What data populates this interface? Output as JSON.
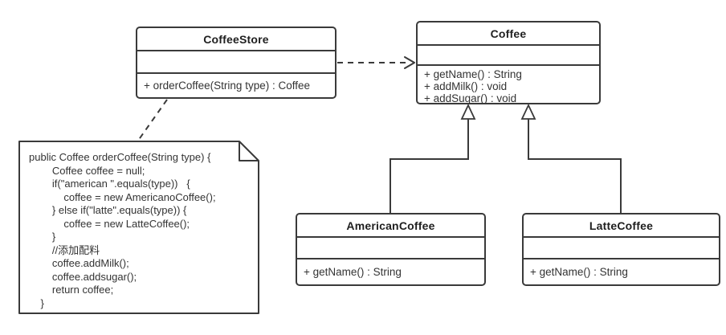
{
  "classes": {
    "coffee_store": {
      "name": "CoffeeStore",
      "attributes": [],
      "methods": [
        "+ orderCoffee(String type) : Coffee"
      ]
    },
    "coffee": {
      "name": "Coffee",
      "attributes": [],
      "methods": [
        "+ getName() : String",
        "+ addMilk() : void",
        "+ addSugar() : void"
      ]
    },
    "american_coffee": {
      "name": "AmericanCoffee",
      "attributes": [],
      "methods": [
        "+ getName() : String"
      ]
    },
    "latte_coffee": {
      "name": "LatteCoffee",
      "attributes": [],
      "methods": [
        "+ getName() : String"
      ]
    }
  },
  "note": {
    "lines": [
      "public Coffee orderCoffee(String type) {",
      "        Coffee coffee = null;",
      "        if(\"american \".equals(type))   {",
      "            coffee = new AmericanoCoffee();",
      "        } else if(\"latte\".equals(type)) {",
      "            coffee = new LatteCoffee();",
      "        }",
      "        //添加配料",
      "        coffee.addMilk();",
      "        coffee.addsugar();",
      "        return coffee;",
      "    }"
    ]
  },
  "relationships": [
    {
      "type": "dependency",
      "from": "CoffeeStore",
      "to": "Coffee",
      "style": "dashed-open-arrow"
    },
    {
      "type": "generalization",
      "from": "AmericanCoffee",
      "to": "Coffee",
      "style": "solid-hollow-triangle"
    },
    {
      "type": "generalization",
      "from": "LatteCoffee",
      "to": "Coffee",
      "style": "solid-hollow-triangle"
    },
    {
      "type": "note-anchor",
      "from": "code-note",
      "to": "CoffeeStore",
      "style": "dashed"
    }
  ],
  "colors": {
    "line": "#3a3a3a",
    "title_text": "#1f1f1f",
    "body_text": "#333333",
    "background": "#ffffff"
  }
}
